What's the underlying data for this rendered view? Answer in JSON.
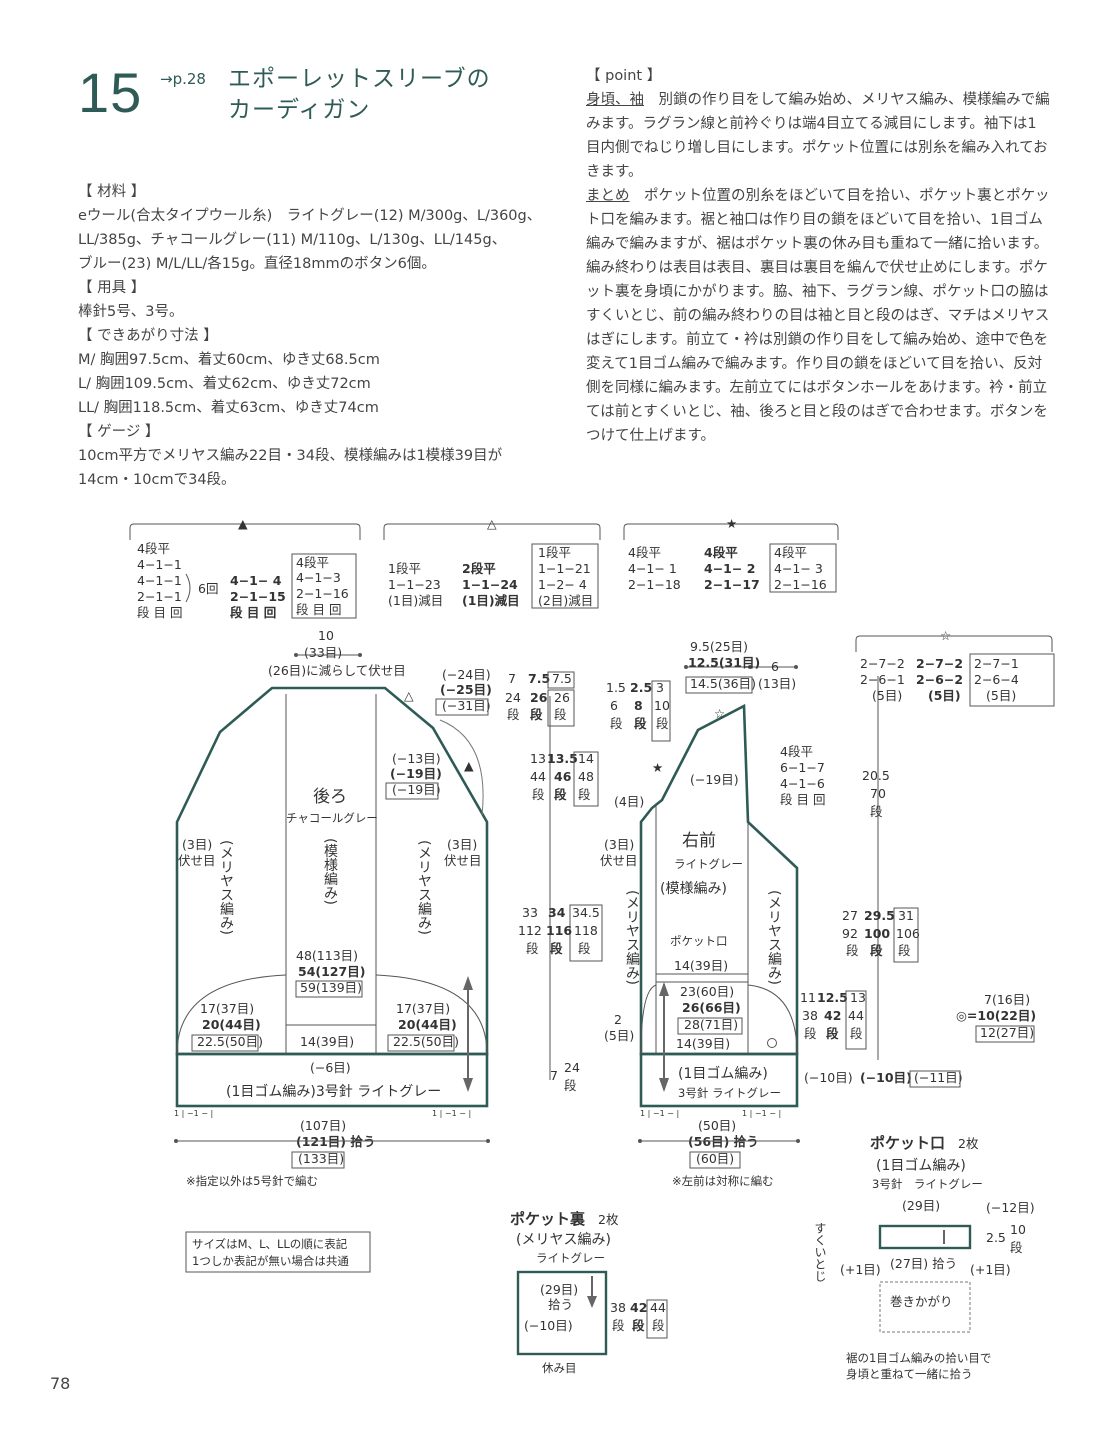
{
  "header": {
    "number": "15",
    "page_ref": "→p.28",
    "title_line1": "エポーレットスリーブの",
    "title_line2": "カーディガン"
  },
  "materials": {
    "h_material": "【 材料 】",
    "m1": "eウール(合太タイプウール糸)　ライトグレー(12) M/300g、L/360g、",
    "m2": "LL/385g、チャコールグレー(11) M/110g、L/130g、LL/145g、",
    "m3": "ブルー(23) M/L/LL/各15g。直径18mmのボタン6個。",
    "h_tools": "【 用具 】",
    "tools": "棒針5号、3号。",
    "h_size": "【 できあがり寸法 】",
    "s1": "M/ 胸囲97.5cm、着丈60cm、ゆき丈68.5cm",
    "s2": "L/ 胸囲109.5cm、着丈62cm、ゆき丈72cm",
    "s3": "LL/ 胸囲118.5cm、着丈63cm、ゆき丈74cm",
    "h_gauge": "【 ゲージ 】",
    "g1": "10cm平方でメリヤス編み22目・34段、模様編みは1模様39目が",
    "g2": "14cm・10cmで34段。"
  },
  "point": {
    "h": "【 point 】",
    "l1a": "身頃、袖",
    "l1b": "　別鎖の作り目をして編み始め、メリヤス編み、模様編みで編",
    "l2": "みます。ラグラン線と前衿ぐりは端4目立てる減目にします。袖下は1",
    "l3": "目内側でねじり増し目にします。ポケット位置には別糸を編み入れてお",
    "l4": "きます。",
    "l5a": "まとめ",
    "l5b": "　ポケット位置の別糸をほどいて目を拾い、ポケット裏とポケッ",
    "l6": "ト口を編みます。裾と袖口は作り目の鎖をほどいて目を拾い、1目ゴム",
    "l7": "編みで編みますが、裾はポケット裏の休み目も重ねて一緒に拾います。",
    "l8": "編み終わりは表目は表目、裏目は裏目を編んで伏せ止めにします。ポケ",
    "l9": "ット裏を身頃にかがります。脇、袖下、ラグラン線、ポケット口の脇は",
    "l10": "すくいとじ、前の編み終わりの目は袖と目と段のはぎ、マチはメリヤス",
    "l11": "はぎにします。前立て・衿は別鎖の作り目をして編み始め、途中で色を",
    "l12": "変えて1目ゴム編みで編みます。作り目の鎖をほどいて目を拾い、反対",
    "l13": "側を同様に編みます。左前立てにはボタンホールをあけます。衿・前立",
    "l14": "ては前とすくいとじ、袖、後ろと目と段のはぎで合わせます。ボタンを",
    "l15": "つけて仕上げます。"
  },
  "diagram": {
    "tri_filled": "▲",
    "tri_open": "△",
    "star_filled": "★",
    "star_open": "☆",
    "dbl": "◎",
    "t1": {
      "a1": "4段平",
      "a2": "4−1−1",
      "a3": "4−1−1",
      "a4": "2−1−1",
      "rep": "6回",
      "a5": "段 目 回",
      "b1": "4−1− 4",
      "b2": "2−1−15",
      "b3": "段 目 回",
      "c1": "4段平",
      "c2": "4−1−3",
      "c3": "2−1−16",
      "c4": "段 目 回"
    },
    "t2": {
      "a1": "1段平",
      "a2": "1−1−23",
      "a3": "(1目)減目",
      "b1": "2段平",
      "b2": "1−1−24",
      "b3": "(1目)減目",
      "c1": "1段平",
      "c2": "1−1−21",
      "c3": "1−2− 4",
      "c4": "(2目)減目"
    },
    "t3": {
      "a1": "4段平",
      "a2": "4−1− 1",
      "a3": "2−1−18",
      "b1": "4段平",
      "b2": "4−1− 2",
      "b3": "2−1−17",
      "c1": "4段平",
      "c2": "4−1− 3",
      "c3": "2−1−16"
    },
    "t4": {
      "a1": "2−7−2",
      "a2": "2−6−1",
      "a3": "(5目)",
      "b1": "2−7−2",
      "b2": "2−6−2",
      "b3": "(5目)",
      "c1": "2−7−1",
      "c2": "2−6−4",
      "c3": "(5目)"
    },
    "back": {
      "top1": "10",
      "top2": "(33目)",
      "top3": "(26目)に減らして伏せ目",
      "r1": "(−24目)",
      "r2": "(−25目)",
      "r3": "(−31目)",
      "s1": "(−13目)",
      "s2": "(−19目)",
      "s3": "(−19目)",
      "b3l1": "(3目)",
      "b3l2": "伏せ目",
      "b3r1": "(3目)",
      "b3r2": "伏せ目",
      "name": "後ろ",
      "color": "チャコールグレー",
      "pattern": "(模様編み)",
      "stock": "(メリヤス編み)",
      "w1": "48(113目)",
      "w2": "54(127目)",
      "w3": "59(139目)",
      "l1": "17(37目)",
      "l2": "20(44目)",
      "l3": "22.5(50目)",
      "mid": "14(39目)",
      "dec": "(−6目)",
      "rib": "(1目ゴム編み)3号針 ライトグレー",
      "bot1": "(107目)",
      "bot2": "(121目) 拾う",
      "bot3": "(133目)",
      "note": "※指定以外は5号針で編む",
      "rib_mark": "1 | −1 − |"
    },
    "cols": {
      "c1a": "7",
      "c1b": "7.5",
      "c1c": "7.5",
      "r1a": "24",
      "r1b": "26",
      "r1c": "26",
      "c2a": "13",
      "c2b": "13.5",
      "c2c": "14",
      "r2a": "44",
      "r2b": "46",
      "r2c": "48",
      "c3a": "33",
      "c3b": "34",
      "c3c": "34.5",
      "r3a": "112",
      "r3b": "116",
      "r3c": "118",
      "c4": "7",
      "r4": "24",
      "dan": "段",
      "p1a": "1.5",
      "p1b": "2.5",
      "p1c": "3",
      "q1a": "6",
      "q1b": "8",
      "q1c": "10"
    },
    "front": {
      "top1": "9.5(25目)",
      "top2": "12.5(31目)",
      "top3": "14.5(36目)",
      "six": "6",
      "thirteen": "(13目)",
      "t4a": "4段平",
      "t4b": "6−1−7",
      "t4c": "4−1−6",
      "t4d": "段 目 回",
      "dec19": "(−19目)",
      "four": "(4目)",
      "b3a": "(3目)",
      "b3b": "伏せ目",
      "name": "右前",
      "color": "ライトグレー",
      "pattern": "(模様編み)",
      "stockL": "(メリヤス編み)",
      "stockR": "(メリヤス編み)",
      "pocket": "ポケット口",
      "pw": "14(39目)",
      "w1": "23(60目)",
      "w2": "26(66目)",
      "w3": "28(71目)",
      "mid": "14(39目)",
      "two": "2",
      "five": "(5目)",
      "rib": "(1目ゴム編み)",
      "rib2": "3号針  ライトグレー",
      "bot1": "(50目)",
      "bot2": "(56目) 拾う",
      "bot3": "(60目)",
      "note": "※左前は対称に編む",
      "dec10a": "(−10目)",
      "dec10b": "(−10目)",
      "dec11": "(−11目)"
    },
    "side": {
      "a1": "11",
      "a2": "12.5",
      "a3": "13",
      "r1": "38",
      "r2": "42",
      "r3": "44"
    },
    "sleeve": {
      "l1": "20.5",
      "l1r": "70",
      "a1": "27",
      "a2": "29.5",
      "a3": "31",
      "r1": "92",
      "r2": "100",
      "r3": "106",
      "w1": "7(16目)",
      "w2": "◎=10(22目)",
      "w3": "12(27目)"
    },
    "legend": {
      "l1": "サイズはM、L、LLの順に表記",
      "l2": "1つしか表記が無い場合は共通"
    },
    "pback": {
      "title": "ポケット裏",
      "count": "2枚",
      "sub": "(メリヤス編み)",
      "color": "ライトグレー",
      "p1": "(29目)",
      "p2": "拾う",
      "p3": "(−10目)",
      "r1": "38",
      "r2": "42",
      "r3": "44",
      "bottom": "休み目"
    },
    "popen": {
      "title": "ポケット口",
      "count": "2枚",
      "sub": "(1目ゴム編み)",
      "needle": "3号針　ライトグレー",
      "w": "(29目)",
      "dec": "(−12目)",
      "h": "2.5",
      "hr": "10",
      "pick": "(27目) 拾う",
      "p1": "(+1目)",
      "p2": "(+1目)",
      "side": "すくいとじ",
      "wrap": "巻きかがり",
      "n1": "裾の1目ゴム編みの拾い目で",
      "n2": "身頃と重ねて一緒に拾う"
    }
  },
  "page_number": "78"
}
